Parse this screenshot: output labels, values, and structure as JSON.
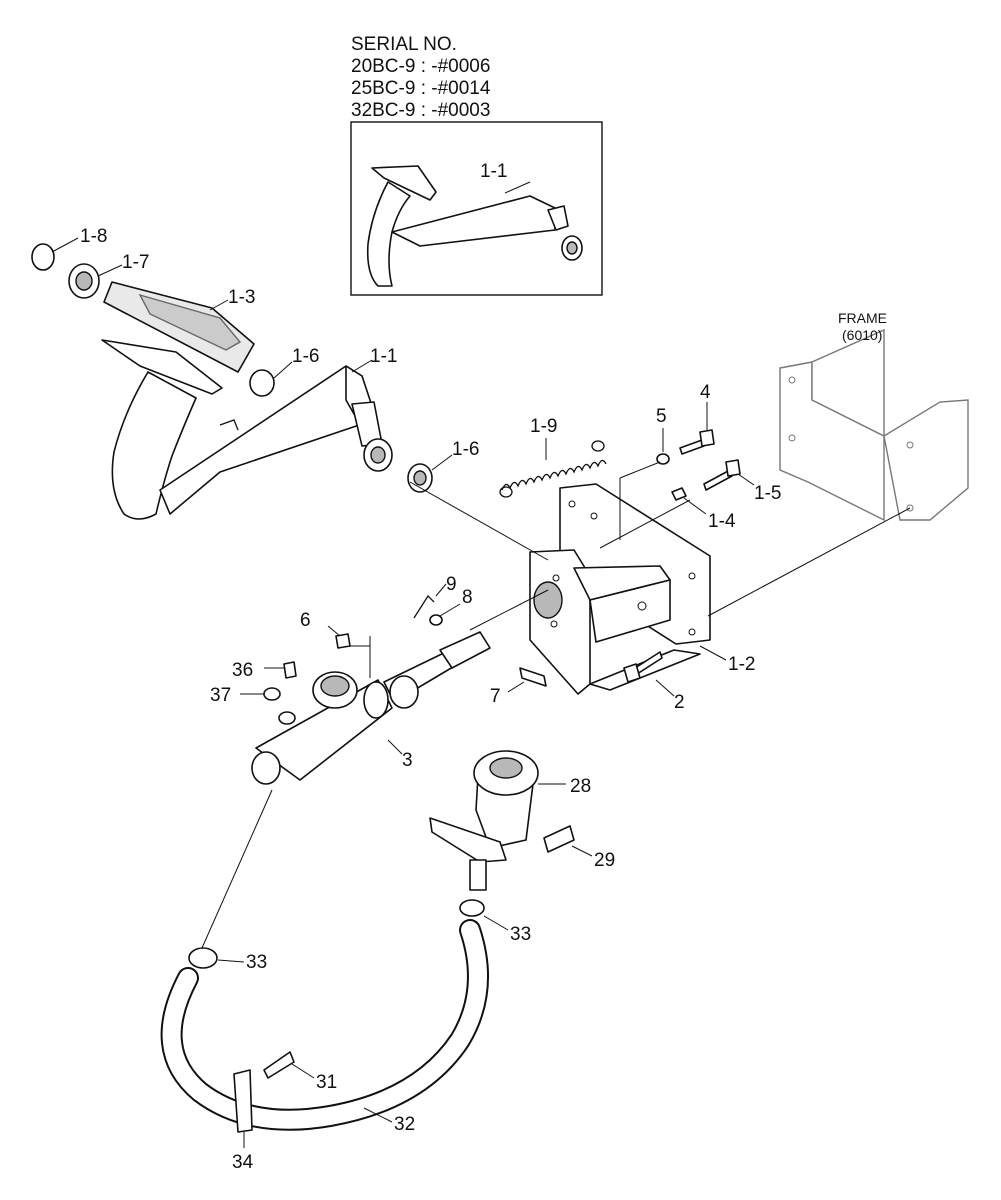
{
  "serial": {
    "heading": "SERIAL NO.",
    "lines": [
      "20BC-9 : -#0006",
      "25BC-9 : -#0014",
      "32BC-9 : -#0003"
    ]
  },
  "frame": {
    "name": "FRAME",
    "code": "(6010)"
  },
  "callouts": {
    "inset_1_1": "1-1",
    "p1_8": "1-8",
    "p1_7": "1-7",
    "p1_3": "1-3",
    "p1_6_top": "1-6",
    "p1_1": "1-1",
    "p1_6_mid": "1-6",
    "p1_9": "1-9",
    "p5": "5",
    "p4": "4",
    "p1_5": "1-5",
    "p1_4": "1-4",
    "p9": "9",
    "p8": "8",
    "p6": "6",
    "p36": "36",
    "p37": "37",
    "p7": "7",
    "p1_2": "1-2",
    "p2": "2",
    "p3": "3",
    "p28": "28",
    "p29": "29",
    "p33_right": "33",
    "p33_left": "33",
    "p31": "31",
    "p32": "32",
    "p34": "34"
  }
}
